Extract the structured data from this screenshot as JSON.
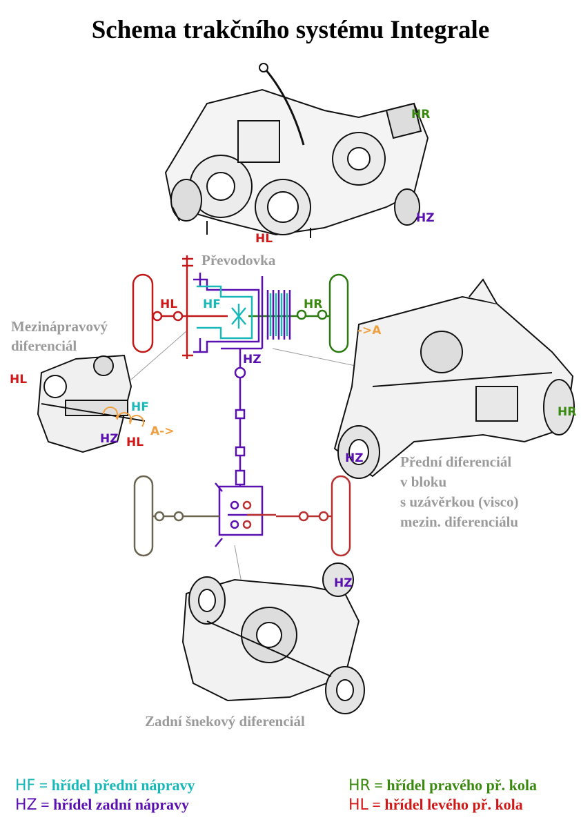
{
  "title": "Schema trakčního systému Integrale",
  "labels": {
    "gearbox": "Převodovka",
    "center_diff_line1": "Mezinápravový",
    "center_diff_line2": "diferenciál",
    "front_diff_line1": "Přední diferenciál",
    "front_diff_line2": "v bloku",
    "front_diff_line3": "s uzávěrkou (visco)",
    "front_diff_line4": "mezin. diferenciálu",
    "rear_diff": "Zadní šnekový diferenciál"
  },
  "tags": {
    "HR": "HR",
    "HZ": "HZ",
    "HL": "HL",
    "HF": "HF",
    "to_A": "->A",
    "from_A": "A->"
  },
  "legend": {
    "hf_code": "HF",
    "hf_text": " = hřídel přední nápravy",
    "hz_code": "HZ",
    "hz_text": " = hřídel zadní nápravy",
    "hr_code": "HR",
    "hr_text": " = hřídel pravého př. kola",
    "hl_code": "HL",
    "hl_text": " = hřídel levého př. kola"
  },
  "colors": {
    "HF": "#18b8b8",
    "HZ": "#5a10b0",
    "HR": "#3a8a10",
    "HL": "#d01818",
    "A": "#f0a040",
    "gray_label": "#9a9a9a",
    "rear_left_wheel": "#6a6450",
    "rear_right_wheel": "#b83030"
  }
}
